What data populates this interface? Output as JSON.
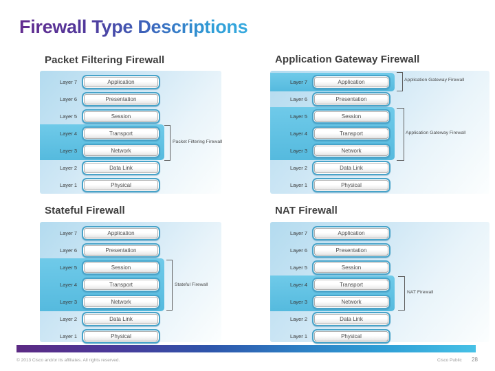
{
  "slide": {
    "title": "Firewall Type Descriptions",
    "page_number": "28",
    "footer": {
      "copyright": "© 2013 Cisco and/or its affiliates. All rights reserved.",
      "classification": "Cisco Public"
    }
  },
  "osi_layers": [
    {
      "label": "Layer 7",
      "name": "Application"
    },
    {
      "label": "Layer 6",
      "name": "Presentation"
    },
    {
      "label": "Layer 5",
      "name": "Session"
    },
    {
      "label": "Layer 4",
      "name": "Transport"
    },
    {
      "label": "Layer 3",
      "name": "Network"
    },
    {
      "label": "Layer 2",
      "name": "Data Link"
    },
    {
      "label": "Layer 1",
      "name": "Physical"
    }
  ],
  "diagrams": [
    {
      "title": "Packet Filtering Firewall",
      "highlighted_layers": [
        "Layer 4",
        "Layer 3"
      ],
      "brackets": [
        {
          "label": "Packet Filtering Firewall",
          "spans": "Layers 4-3"
        }
      ]
    },
    {
      "title": "Application Gateway Firewall",
      "highlighted_layers": [
        "Layer 7",
        "Layer 5",
        "Layer 4",
        "Layer 3"
      ],
      "brackets": [
        {
          "label": "Application Gateway Firewall",
          "spans": "Layer 7"
        },
        {
          "label": "Application Gateway Firewall",
          "spans": "Layers 5-3"
        }
      ]
    },
    {
      "title": "Stateful Firewall",
      "highlighted_layers": [
        "Layer 5",
        "Layer 4",
        "Layer 3"
      ],
      "brackets": [
        {
          "label": "Stateful Firewall",
          "spans": "Layers 5-3"
        }
      ]
    },
    {
      "title": "NAT Firewall",
      "highlighted_layers": [
        "Layer 4",
        "Layer 3"
      ],
      "brackets": [
        {
          "label": "NAT Firewall",
          "spans": "Layers 4-3"
        }
      ]
    }
  ],
  "colors": {
    "title_gradient_start": "#632b8f",
    "title_gradient_end": "#2f9ed7",
    "panel_background": "#cfe7f5",
    "highlight_band": "#5fc0e2",
    "box_border": "#47a3c9",
    "footer_bar_gradient": [
      "#5c2a84",
      "#2e55ab",
      "#2f9fd6",
      "#47c1e6"
    ]
  }
}
